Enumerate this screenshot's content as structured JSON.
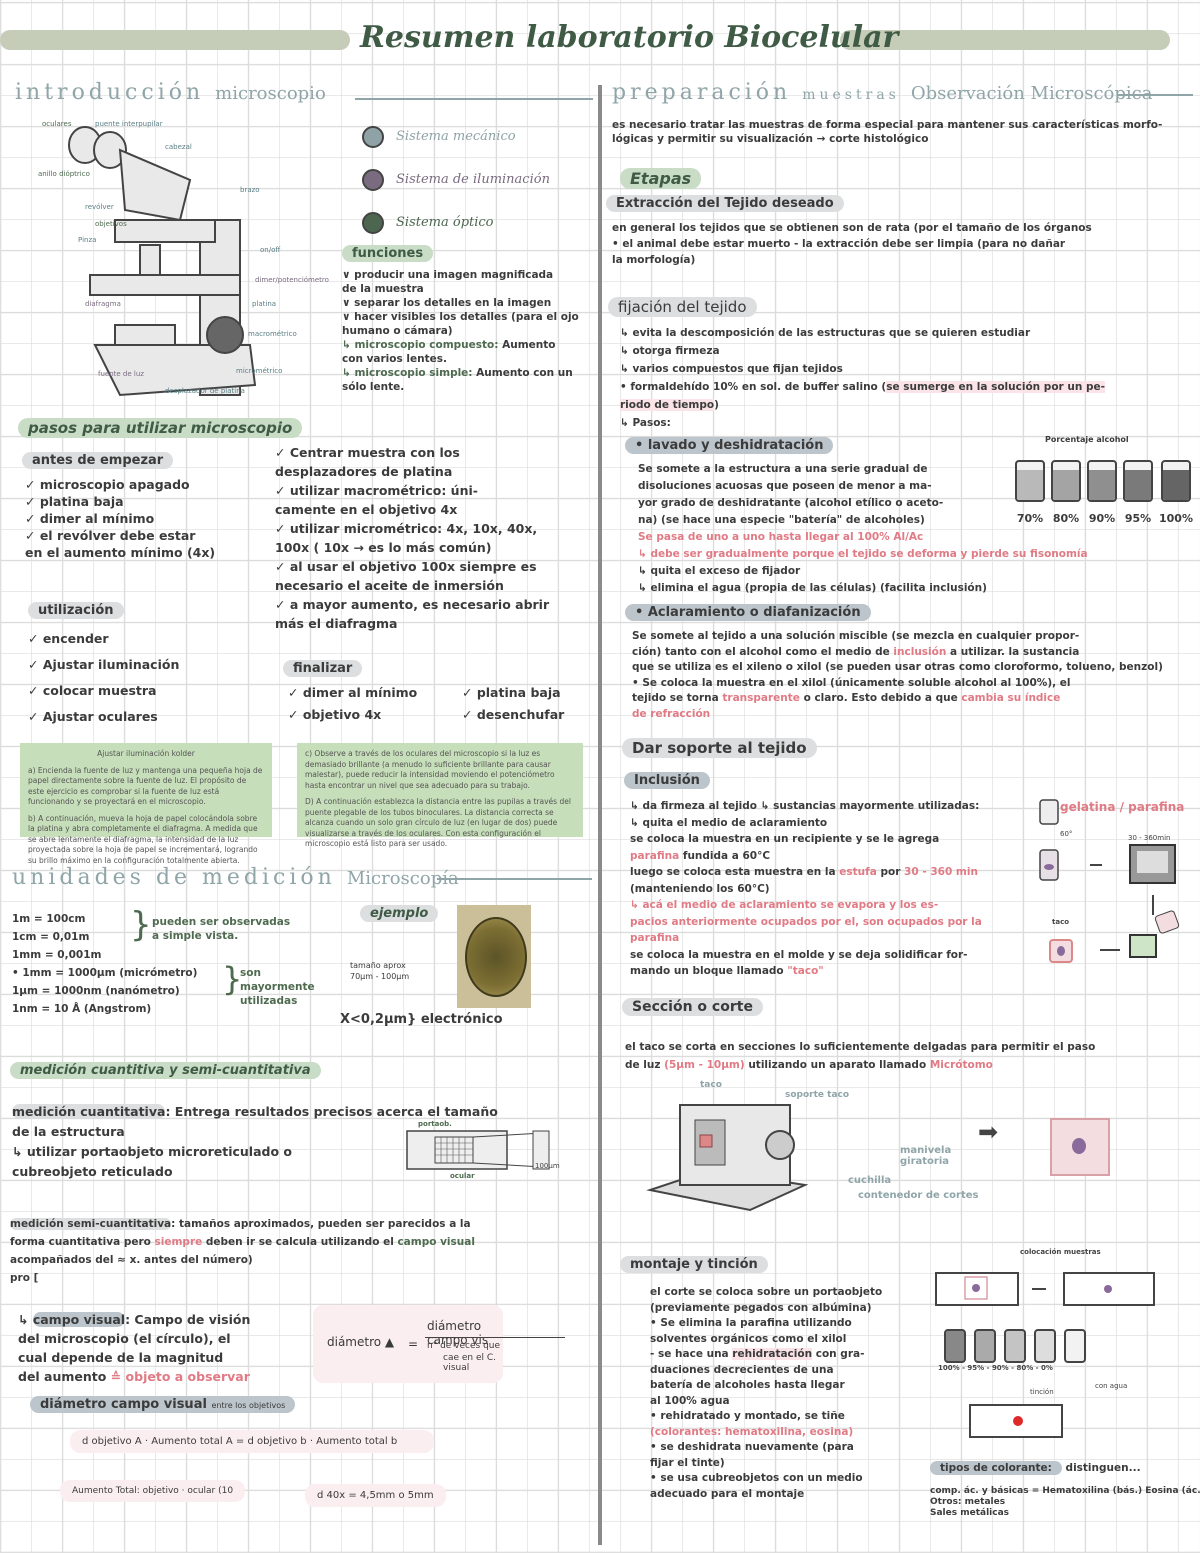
{
  "colors": {
    "accent_green": "#4e6b50",
    "heading_teal": "#8fa5a8",
    "highlight_red": "#e07a84",
    "mecanico": "#8fa3a6",
    "iluminacion": "#7a6b80",
    "optico": "#4d6650"
  },
  "title": "Resumen laboratorio Biocelular",
  "intro": {
    "heading": "introducción",
    "heading_sub": "microscopio",
    "parts": [
      "oculares",
      "puente interpupilar",
      "cabezal",
      "anillo dióptrico",
      "revólver",
      "objetivos",
      "Pinza",
      "brazo",
      "on/off",
      "dimer/potenciómetro",
      "platina",
      "diafragma",
      "macrométrico",
      "micrométrico",
      "fuente de luz",
      "desplazador de platina"
    ],
    "legend": [
      {
        "label": "Sistema mecánico",
        "icon": "circle-mecanico"
      },
      {
        "label": "Sistema de iluminación",
        "icon": "circle-iluminacion"
      },
      {
        "label": "Sistema óptico",
        "icon": "circle-optico"
      }
    ],
    "funciones_title": "funciones",
    "funciones": [
      "∨ producir una imagen magnificada",
      "   de la muestra",
      "∨ separar los detalles en la imagen",
      "∨ hacer visibles los detalles (para el ojo",
      "   humano o cámara)",
      [
        {
          "text": "↳ microscopio compuesto:",
          "hl": "green"
        },
        {
          "text": " Aumento"
        }
      ],
      "   con varios lentes.",
      [
        {
          "text": "↳ microscopio simple:",
          "hl": "green"
        },
        {
          "text": " Aumento con un"
        }
      ],
      "   sólo lente."
    ]
  },
  "pasos": {
    "heading": "pasos para utilizar microscopio",
    "antes_title": "antes de empezar",
    "antes": [
      "✓ microscopio apagado",
      "✓ platina baja",
      "✓ dimer al mínimo",
      "✓ el revólver debe estar",
      "    en el aumento mínimo (4x)"
    ],
    "utilizacion_title": "utilización",
    "utilizacion": [
      "✓ encender",
      "✓ Ajustar iluminación",
      "✓ colocar muestra",
      "✓ Ajustar oculares"
    ],
    "right": [
      "✓ Centrar muestra con los",
      "   desplazadores de platina",
      "✓ utilizar macrométrico: úni-",
      "   camente en el objetivo 4x",
      "✓ utilizar micrométrico: 4x, 10x, 40x,",
      "   100x ( 10x → es lo más común)",
      "✓ al usar el objetivo 100x siempre es",
      "   necesario el aceite de inmersión",
      "✓ a mayor aumento, es necesario abrir",
      "   más el diafragma"
    ],
    "finalizar_title": "finalizar",
    "finalizar": [
      "✓ dimer al mínimo",
      "✓ objetivo 4x",
      "✓ platina baja",
      "✓ desenchufar"
    ]
  },
  "koehler": {
    "title": "Ajustar iluminación kolder",
    "a": "a) Encienda la fuente de luz y mantenga una pequeña hoja de papel directamente sobre la fuente de luz. El propósito de este ejercicio es comprobar si la fuente de luz está funcionando y se proyectará en el microscopio.",
    "b": "b) A continuación, mueva la hoja de papel colocándola sobre la platina y abra completamente el diafragma. A medida que se abre lentamente el diafragma, la intensidad de la luz proyectada sobre la hoja de papel se incrementará, logrando su brillo máximo en la configuración totalmente abierta.",
    "c": "c) Observe a través de los oculares del microscopio si la luz es demasiado brillante (a menudo lo suficiente brillante para causar malestar), puede reducir la intensidad moviendo el potenciómetro hasta encontrar un nivel que sea adecuado para su trabajo.",
    "d": "D) A continuación establezca la distancia entre las pupilas a través del puente plegable de los tubos binoculares. La distancia correcta se alcanza cuando un solo gran círculo de luz (en lugar de dos) puede visualizarse a través de los oculares. Con esta configuración el microscopio está listo para ser usado."
  },
  "unidades": {
    "heading": "unidades de medición",
    "heading_sub": "Microscopía",
    "list": [
      "1m = 100cm",
      "1cm = 0,01m",
      "1mm = 0,001m",
      "• 1mm = 1000µm (micrómetro)",
      "1µm = 1000nm (nanómetro)",
      "1nm = 10 Å (Angstrom)"
    ],
    "brace1": [
      "pueden ser observadas",
      "a simple vista."
    ],
    "brace2": [
      "son",
      "mayormente",
      "utilizadas"
    ],
    "ejemplo": "ejemplo",
    "tamano": [
      "tamaño aprox",
      "70µm - 100µm"
    ],
    "electron": "X<0,2µm} electrónico"
  },
  "medicion": {
    "heading": "medición cuantitiva y semi-cuantitativa",
    "cuant": [
      [
        {
          "text": "medición cuantitativa",
          "hl": "pillg"
        },
        {
          "text": ": Entrega resultados precisos acerca el tamaño"
        }
      ],
      "de la estructura",
      "       ↳ utilizar portaobjeto microreticulado o",
      "            cubreobjeto reticulado"
    ],
    "diagram_labels": [
      "portaob.",
      "ocular",
      "100µm"
    ],
    "semi": [
      [
        {
          "text": "medición semi-cuantitativa",
          "hl": "pillg"
        },
        {
          "text": ": tamaños aproximados, pueden ser parecidos a la"
        }
      ],
      [
        {
          "text": "forma cuantitativa pero "
        },
        {
          "text": "siempre",
          "hl": "red"
        },
        {
          "text": " deben ir    se calcula utilizando el "
        },
        {
          "text": "campo visual",
          "hl": "green"
        }
      ],
      "acompañados del ≈     x. antes del número)",
      "                                    pro  ["
    ],
    "campo": [
      [
        {
          "text": "↳ "
        },
        {
          "text": "campo visual",
          "hl": "pillb"
        },
        {
          "text": ": Campo de visión"
        }
      ],
      "  del microscopio (el círculo), el",
      "  cual depende de la magnitud",
      [
        {
          "text": "  del aumento "
        },
        {
          "text": "≙ objeto a observar",
          "hl": "red"
        }
      ]
    ],
    "formula": {
      "lhs": "diámetro ▲",
      "eq": "=",
      "num": "diámetro campo vis",
      "den1": "n° de veces que",
      "den2": "cae en el C. visual"
    },
    "diam_title": "diámetro campo visual",
    "diam_note": "entre los objetivos",
    "f1": "d objetivo A · Aumento total A = d objetivo b · Aumento total b",
    "f2": "Aumento Total: objetivo · ocular (10",
    "f3": "d 40x = 4,5mm o 5mm"
  },
  "prep": {
    "heading": "preparación",
    "heading_sub1": "muestras",
    "heading_sub2": "Observación Microscópica",
    "intro": [
      "es necesario tratar las muestras de forma especial para mantener sus características morfo-",
      "lógicas y permitir su visualización → corte histológico"
    ],
    "etapas": "Etapas",
    "extraccion_title": "Extracción del Tejido deseado",
    "extraccion": [
      "en general los tejidos que se obtienen son de rata (por el tamaño de los órganos",
      "  • el animal debe estar muerto   - la extracción debe ser limpia (para no dañar",
      "    la morfología)"
    ],
    "fijacion_title": "fijación del tejido",
    "fijacion": [
      "↳ evita la descomposición de las estructuras que se quieren estudiar",
      "↳ otorga firmeza",
      "↳ varios compuestos que fijan tejidos",
      [
        {
          "text": "    • formaldehído 10% en sol. de buffer salino ("
        },
        {
          "text": "se sumerge en la solución por un pe-",
          "hl": "pinkbg"
        }
      ],
      [
        {
          "text": "    riodo de tiempo",
          "hl": "pinkbg"
        },
        {
          "text": ")"
        }
      ],
      "↳ Pasos:"
    ],
    "lavado_title": "• lavado y deshidratación",
    "lavado": [
      "Se somete a la estructura a una serie gradual de",
      "disoluciones acuosas que poseen de menor a ma-",
      "yor grado de deshidratante (alcohol etílico o aceto-",
      "na) (se hace una especie \"batería\" de alcoholes)",
      [
        {
          "text": "Se pasa de uno a uno hasta llegar al 100% Al/Ac",
          "hl": "red"
        }
      ],
      [
        {
          "text": "↳ debe ser gradualmente porque el tejido se deforma y pierde su fisonomía",
          "hl": "red"
        }
      ],
      "↳ quita el exceso de fijador",
      "↳ elimina el agua (propia de las células) (facilita inclusión)"
    ],
    "beakers_title": "Porcentaje alcohol",
    "beakers": [
      {
        "label": "70%",
        "level": 0.25
      },
      {
        "label": "80%",
        "level": 0.4
      },
      {
        "label": "90%",
        "level": 0.55
      },
      {
        "label": "95%",
        "level": 0.7
      },
      {
        "label": "100%",
        "level": 0.85
      }
    ],
    "aclar_title": "• Aclaramiento o diafanización",
    "aclar": [
      "Se somete al tejido a una solución miscible (se mezcla en cualquier propor-",
      [
        {
          "text": "ción) tanto con el alcohol como el medio de "
        },
        {
          "text": "inclusión",
          "hl": "red"
        },
        {
          "text": " a utilizar. la sustancia"
        }
      ],
      "que se utiliza es el xileno o xilol (se pueden usar otras como cloroformo, tolueno, benzol)",
      "  • Se coloca la muestra en el xilol (únicamente soluble alcohol al 100%), el",
      [
        {
          "text": "  tejido se torna "
        },
        {
          "text": "transparente",
          "hl": "red"
        },
        {
          "text": " o claro. Esto debido a que "
        },
        {
          "text": "cambia su índice",
          "hl": "red"
        }
      ],
      [
        {
          "text": "  de refracción",
          "hl": "red"
        }
      ]
    ],
    "soporte_title": "Dar soporte al tejido",
    "inclusion_title": "Inclusión",
    "inclusion": [
      "↳ da firmeza al tejido  ↳ sustancias mayormente utilizadas:",
      "↳ quita el medio de aclaramiento",
      "se coloca la muestra en un recipiente y se le agrega",
      [
        {
          "text": "parafina",
          "hl": "red"
        },
        {
          "text": " fundida a 60°C"
        }
      ],
      [
        {
          "text": "luego se coloca esta muestra en la "
        },
        {
          "text": "estufa",
          "hl": "red"
        },
        {
          "text": " por "
        },
        {
          "text": "30 - 360 min",
          "hl": "red"
        }
      ],
      "(manteniendo los 60°C)",
      [
        {
          "text": "  ↳ acá el medio de aclaramiento se evapora y los es-",
          "hl": "red"
        }
      ],
      [
        {
          "text": "pacios anteriormente ocupados por el, son ocupados por la",
          "hl": "red"
        }
      ],
      [
        {
          "text": "parafina",
          "hl": "red"
        }
      ],
      "se coloca la muestra en el molde y se deja solidificar for-",
      [
        {
          "text": "mando un bloque llamado "
        },
        {
          "text": "\"taco\"",
          "hl": "red"
        }
      ]
    ],
    "inclusion_subst": "gelatina / parafina",
    "inclusion_labels": [
      "60°",
      "30 - 360min",
      "taco"
    ],
    "seccion_title": "Sección o corte",
    "seccion": [
      "el taco se corta en secciones lo suficientemente delgadas para permitir el paso",
      [
        {
          "text": "de luz "
        },
        {
          "text": "(5µm - 10µm)",
          "hl": "red"
        },
        {
          "text": " utilizando un aparato llamado "
        },
        {
          "text": "Micrótomo",
          "hl": "red"
        }
      ]
    ],
    "microtome_labels": [
      "taco",
      "soporte taco",
      "manivela giratoria",
      "cuchilla",
      "contenedor de cortes"
    ],
    "montaje_title": "montaje y tinción",
    "montaje": [
      "   el corte se coloca sobre un portaobjeto",
      "(previamente pegados con albúmina)",
      "• Se elimina la parafina utilizando",
      "  solventes orgánicos como el xilol",
      [
        {
          "text": "- se hace una "
        },
        {
          "text": "rehidratación",
          "hl": "pinkbg"
        },
        {
          "text": " con gra-"
        }
      ],
      "  duaciones decrecientes de una",
      "  batería de alcoholes hasta llegar",
      "  al 100% agua",
      "• rehidratado y montado, se tiñe",
      [
        {
          "text": "(colorantes: hematoxilina, eosina)",
          "hl": "red"
        }
      ],
      "• se deshidrata nuevamente (para",
      "  fijar el tinte)",
      "",
      "• se usa cubreobjetos con un medio",
      "  adecuado para el montaje"
    ],
    "slide_labels": [
      "colocación muestras",
      "100% - 95% - 90% - 80% - 0%",
      "tinción",
      "con agua"
    ],
    "tipos_title": "tipos de colorante:",
    "tipos": [
      "distinguen...",
      "comp. ác. y básicas = Hematoxilina (bás.) Eosina (ác.)",
      "Otros: metales",
      "Sales metálicas"
    ]
  }
}
